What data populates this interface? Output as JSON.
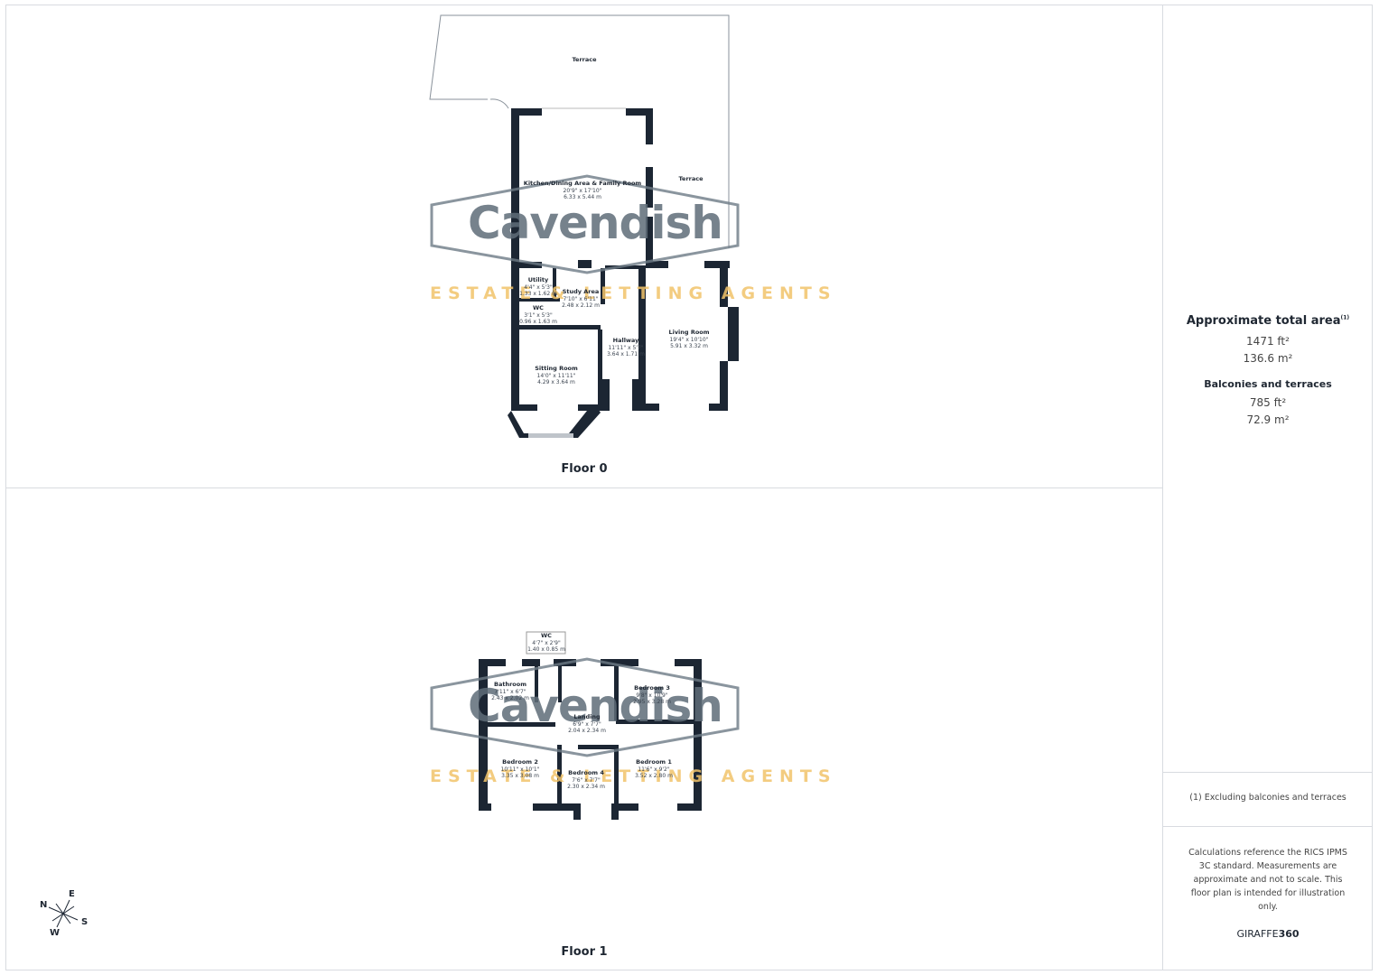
{
  "watermark": {
    "name": "Cavendish",
    "tagline": "ESTATE & LETTING AGENTS"
  },
  "floors": [
    {
      "title": "Floor 0",
      "rooms": [
        {
          "name": "Terrace"
        },
        {
          "name": "Terrace"
        },
        {
          "name": "Kitchen/Dining Area & Family Room",
          "imperial": "20'9\" x 17'10\"",
          "metric": "6.33 x 5.44 m"
        },
        {
          "name": "Utility",
          "imperial": "4'4\" x 5'3\"",
          "metric": "1.33 x 1.62 m"
        },
        {
          "name": "Study Area",
          "imperial": "7'10\" x 6'11\"",
          "metric": "2.48 x 2.12 m"
        },
        {
          "name": "WC",
          "imperial": "3'1\" x 5'3\"",
          "metric": "0.96 x 1.63 m"
        },
        {
          "name": "Hallway",
          "imperial": "11'11\" x 5'7\"",
          "metric": "3.64 x 1.71 m"
        },
        {
          "name": "Living Room",
          "imperial": "19'4\" x 10'10\"",
          "metric": "5.91 x 3.32 m"
        },
        {
          "name": "Sitting Room",
          "imperial": "14'0\" x 11'11\"",
          "metric": "4.29 x 3.64 m"
        }
      ]
    },
    {
      "title": "Floor 1",
      "rooms": [
        {
          "name": "WC",
          "imperial": "4'7\" x 2'9\"",
          "metric": "1.40 x 0.85 m"
        },
        {
          "name": "Bathroom",
          "imperial": "7'11\" x 6'7\"",
          "metric": "2.43 x 2.02 m"
        },
        {
          "name": "Bedroom 3",
          "imperial": "9'8\" x 10'9\"",
          "metric": "2.95 x 3.28 m"
        },
        {
          "name": "Landing",
          "imperial": "6'9\" x 7'7\"",
          "metric": "2.04 x 2.34 m"
        },
        {
          "name": "Bedroom 2",
          "imperial": "10'11\" x 10'1\"",
          "metric": "3.35 x 3.08 m"
        },
        {
          "name": "Bedroom 4",
          "imperial": "7'6\" x 7'7\"",
          "metric": "2.30 x 2.34 m"
        },
        {
          "name": "Bedroom 1",
          "imperial": "11'6\" x 9'2\"",
          "metric": "3.52 x 2.80 m"
        }
      ]
    }
  ],
  "summary": {
    "total_label": "Approximate total area",
    "total_note": "(1)",
    "total_ft": "1471 ft²",
    "total_m": "136.6 m²",
    "balc_label": "Balconies and terraces",
    "balc_ft": "785 ft²",
    "balc_m": "72.9 m²",
    "footnote": "(1) Excluding balconies and terraces",
    "disclaimer": "Calculations reference the RICS IPMS 3C standard. Measurements are approximate and not to scale. This floor plan is intended for illustration only.",
    "brand": "GIRAFFE",
    "brand_num": "360"
  },
  "compass": {
    "n": "N",
    "e": "E",
    "s": "S",
    "w": "W"
  },
  "colors": {
    "wall": "#1c2633",
    "watermark": "#5f6d79",
    "tagline": "#f2c46b"
  }
}
